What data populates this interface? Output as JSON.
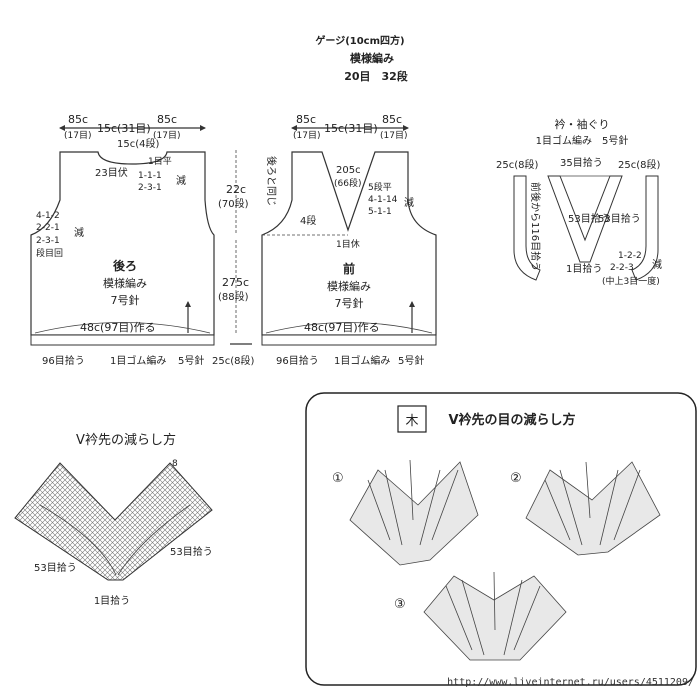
{
  "gauge": {
    "title": "ゲージ(10cm四方)",
    "pattern": "模様編み",
    "counts": "20目　32段"
  },
  "back": {
    "top_left": "85c",
    "top_left_st": "(17目)",
    "top_mid": "15c(31目)",
    "top_right": "85c",
    "top_right_st": "(17目)",
    "neck_depth": "15c(4段)",
    "neck_dec1": "1目平",
    "neck_dec2": "1-1-1",
    "neck_dec3": "2-3-1",
    "neck_dec_label": "減",
    "center_bind": "23目伏",
    "arm_dec1": "4-1-2",
    "arm_dec2": "2-2-1",
    "arm_dec3": "2-3-1",
    "arm_dec_label": "減",
    "arm_row": "段目回",
    "name": "後ろ",
    "pattern": "模様編み",
    "needle": "7号針",
    "width": "48c(97目)作る",
    "rib_pick": "96目拾う",
    "rib_name": "1目ゴム編み",
    "rib_needle": "5号針"
  },
  "heights": {
    "upper": "22c",
    "upper_rows": "(70段)",
    "lower": "275c",
    "lower_rows": "(88段)",
    "rib": "25c(8段)"
  },
  "front": {
    "same_as_back": "後ろと同じ",
    "top_left": "85c",
    "top_left_st": "(17目)",
    "top_mid": "15c(31目)",
    "top_right": "85c",
    "top_right_st": "(17目)",
    "v_depth": "205c",
    "v_rows": "(66段)",
    "v_dec1": "5段平",
    "v_dec2": "4-1-14",
    "v_dec3": "5-1-1",
    "v_dec_label": "減",
    "side_rows": "4段",
    "center": "1目休",
    "name": "前",
    "pattern": "模様編み",
    "needle": "7号針",
    "width": "48c(97目)作る",
    "rib_pick": "96目拾う",
    "rib_name": "1目ゴム編み",
    "rib_needle": "5号針"
  },
  "collar": {
    "title": "衿・袖ぐり",
    "subtitle": "1目ゴム編み　5号針",
    "left_w": "25c(8段)",
    "mid_pick": "35目拾う",
    "right_w": "25c(8段)",
    "back_pick_v": "前後から116目拾う",
    "pick_left": "53目拾う",
    "pick_right": "53目拾う",
    "center_pick": "1目拾う",
    "dec1": "1-2-2",
    "dec2": "2-2-3",
    "dec_label": "減",
    "dec_note": "(中上3目一度)"
  },
  "v_decrease": {
    "title": "V衿先の減らし方",
    "row_mark": "8",
    "pick_left": "53目拾う",
    "pick_right": "53目拾う",
    "center_pick": "1目拾う"
  },
  "v_tip": {
    "symbol": "木",
    "title": "V衿先の目の減らし方",
    "step1": "①",
    "step2": "②",
    "step3": "③"
  },
  "source_url": "http://www.liveinternet.ru/users/4511209/"
}
